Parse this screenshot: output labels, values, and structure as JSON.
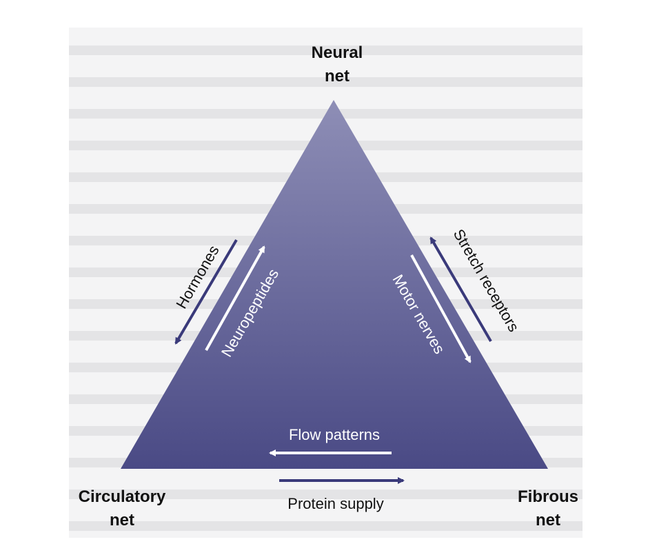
{
  "nodes": {
    "neural": "Neural\nnet",
    "circulatory": "Circulatory\nnet",
    "fibrous": "Fibrous\nnet"
  },
  "edges": {
    "hormones": "Hormones",
    "neuropeptides": "Neuropeptides",
    "motor_nerves": "Motor nerves",
    "stretch_receptors": "Stretch receptors",
    "flow_patterns": "Flow patterns",
    "protein_supply": "Protein supply"
  },
  "colors": {
    "triangle_top": "#8e8eb6",
    "triangle_bottom": "#4a4a85",
    "outside_arrow": "#3a3a7a",
    "inside_arrow": "#ffffff",
    "label_dark": "#111111",
    "label_light": "#ffffff"
  }
}
